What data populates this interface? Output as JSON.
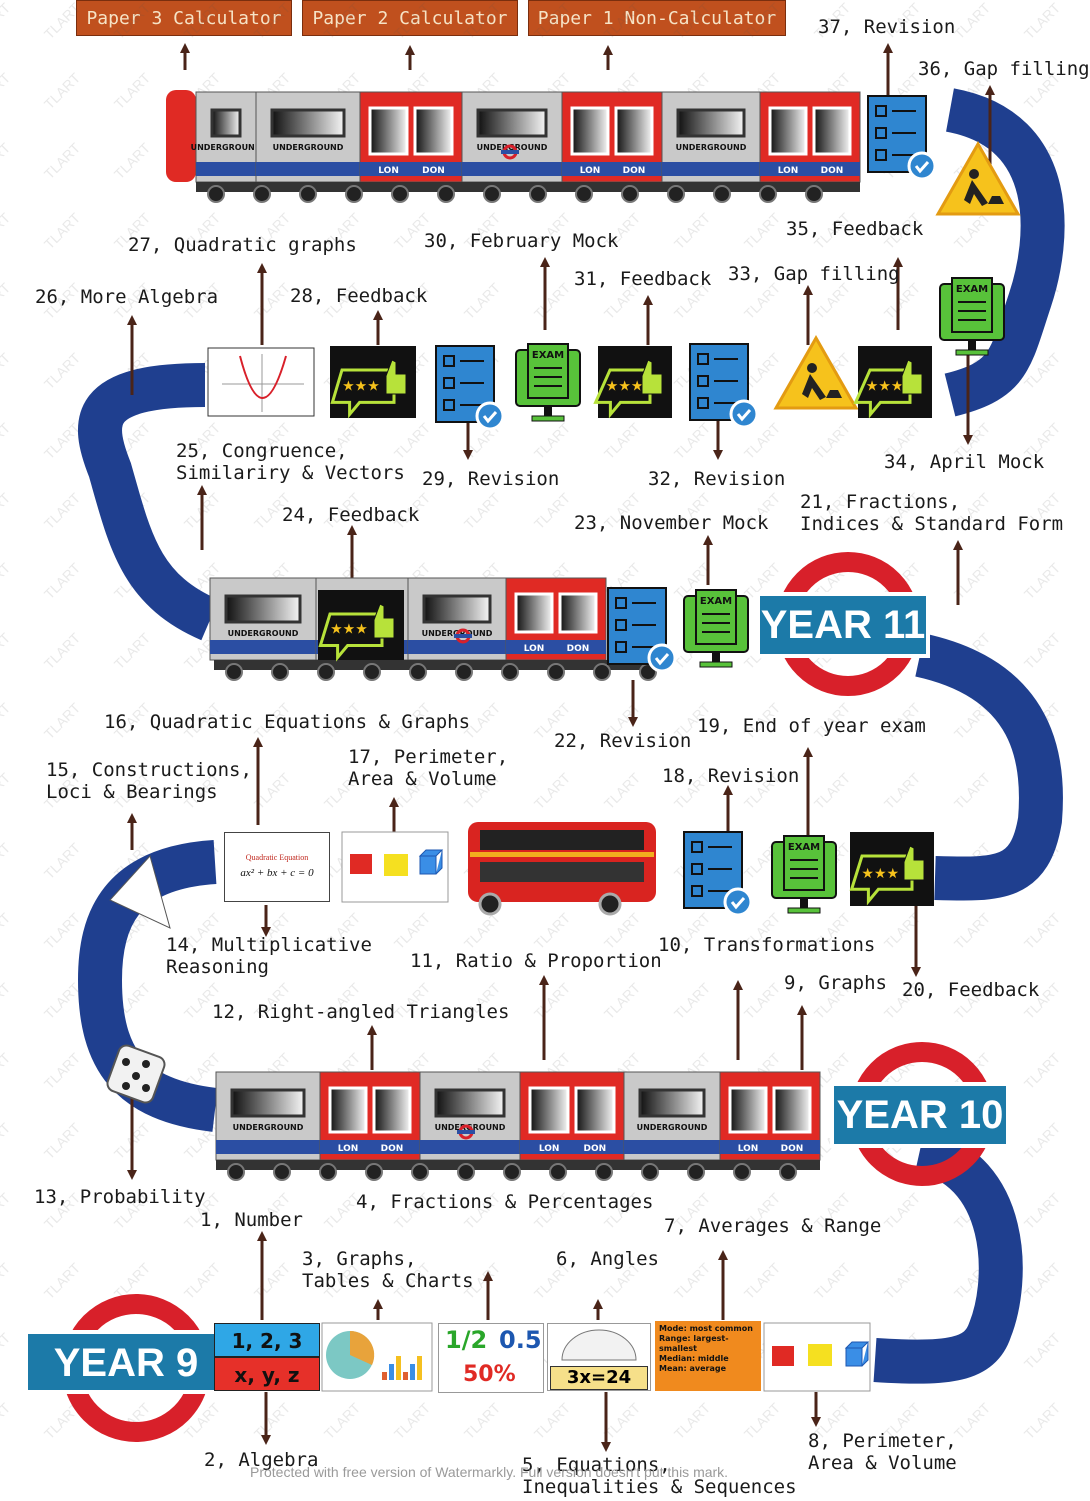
{
  "papers": [
    {
      "label": "Paper 3 Calculator"
    },
    {
      "label": "Paper 2 Calculator"
    },
    {
      "label": "Paper 1 Non-Calculator"
    }
  ],
  "years": {
    "y9": "YEAR 9",
    "y10": "YEAR 10",
    "y11": "YEAR 11"
  },
  "train_text": {
    "underground": "UNDERGROUND",
    "lon": "LON",
    "don": "DON"
  },
  "topics": {
    "t1": "1, Number",
    "t2": "2, Algebra",
    "t3": "3, Graphs,\nTables & Charts",
    "t4": "4, Fractions & Percentages",
    "t5": "5, Equations,\nInequalities & Sequences",
    "t6": "6, Angles",
    "t7": "7, Averages & Range",
    "t8": "8, Perimeter,\nArea & Volume",
    "t9": "9, Graphs",
    "t10": "10, Transformations",
    "t11": "11, Ratio & Proportion",
    "t12": "12, Right-angled Triangles",
    "t13": "13, Probability",
    "t14": "14, Multiplicative\nReasoning",
    "t15": "15, Constructions,\nLoci & Bearings",
    "t16": "16, Quadratic Equations & Graphs",
    "t17": "17, Perimeter,\nArea & Volume",
    "t18": "18, Revision",
    "t19": "19, End of year exam",
    "t20": "20, Feedback",
    "t21": "21, Fractions,\nIndices & Standard Form",
    "t22": "22, Revision",
    "t23": "23, November Mock",
    "t24": "24, Feedback",
    "t25": "25, Congruence,\nSimilariry & Vectors",
    "t26": "26, More Algebra",
    "t27": "27, Quadratic graphs",
    "t28": "28, Feedback",
    "t29": "29, Revision",
    "t30": "30, February Mock",
    "t31": "31, Feedback",
    "t32": "32, Revision",
    "t33": "33, Gap filling",
    "t34": "34, April Mock",
    "t35": "35, Feedback",
    "t36": "36, Gap filling",
    "t37": "37, Revision"
  },
  "cards": {
    "number_top": "1, 2, 3",
    "number_bottom": "x, y, z",
    "fraction_half": "1/2",
    "fraction_decimal": "0.5",
    "fraction_percent": "50%",
    "equation": "3x=24",
    "averages": [
      "Mode: most common",
      "Range: largest-smallest",
      "Median: middle",
      "Mean: average"
    ],
    "quadratic_title": "Quadratic Equation",
    "quadratic_formula": "ax² + bx + c = 0"
  },
  "icon_text": {
    "exam": "EXAM",
    "stars": "★★★"
  },
  "watermark": {
    "brand": "TLART",
    "notice": "Protected with free version of Watermarkly. Full version doesn't put this mark."
  },
  "colors": {
    "track": "#1f3f8f",
    "train_red": "#e02a24",
    "train_grey": "#c9c9c9",
    "train_blue": "#2b4ea3",
    "roundel_red": "#d8202a",
    "badge_blue": "#1c7aa8",
    "paper_orange": "#c0501e",
    "checklist_blue": "#2f86d0",
    "exam_green": "#58c23a",
    "sign_yellow": "#f6c21c",
    "bus_red": "#d92420"
  }
}
